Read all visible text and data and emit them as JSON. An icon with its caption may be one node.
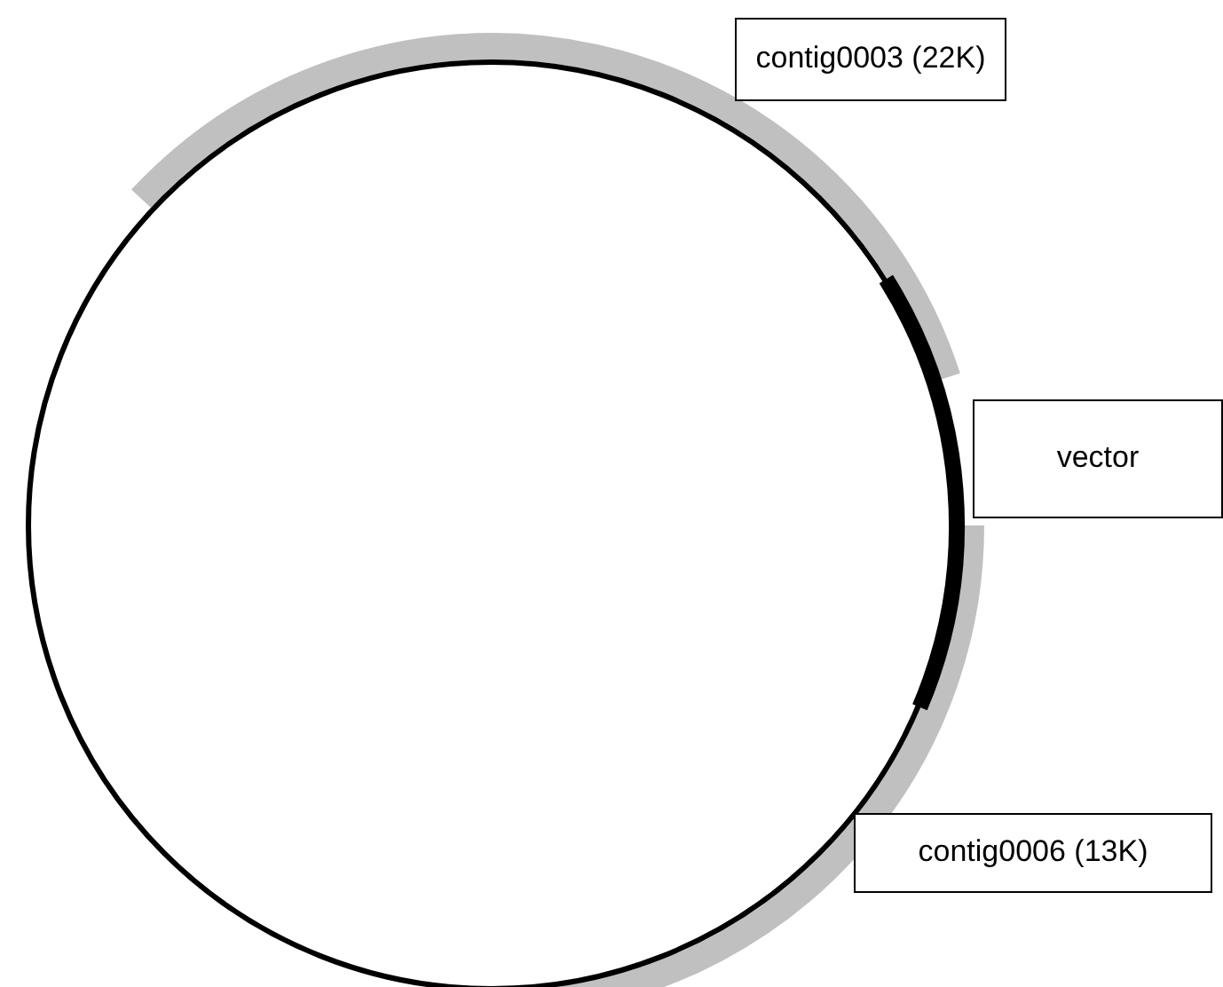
{
  "diagram": {
    "nodes": [
      {
        "text": [
          "contig0003 (22K)"
        ]
      },
      {
        "text": [
          "vector"
        ]
      },
      {
        "text": [
          "contig0006 (13K)"
        ]
      }
    ]
  }
}
